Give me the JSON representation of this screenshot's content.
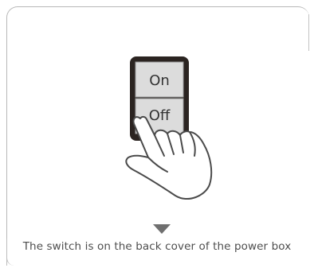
{
  "switch": {
    "on_label": "On",
    "off_label": "Off",
    "state": "pressed-off"
  },
  "caption": "The switch is on the back cover of the power box",
  "icons": {
    "hand": "hand-pressing-icon",
    "arrow": "down-triangle-icon"
  },
  "colors": {
    "switch_frame": "#2b2421",
    "switch_face": "#dcdcdc",
    "frame_border": "#b8b8b8",
    "arrow": "#6f6f6f",
    "caption_text": "#4e4e4e"
  }
}
